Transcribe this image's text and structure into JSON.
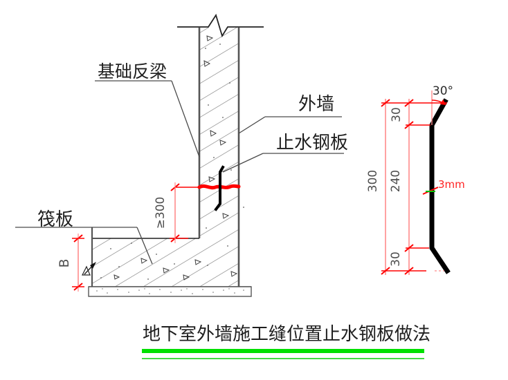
{
  "drawing": {
    "labels": {
      "foundation_beam": "基础反梁",
      "exterior_wall": "外墙",
      "waterstop_plate": "止水钢板",
      "raft_slab": "筏板"
    },
    "section_dimensions": {
      "joint_height_above_raft": "≥300",
      "raft_thickness": "B"
    },
    "plate_detail_dimensions": {
      "bend_angle": "30°",
      "top_leg": "30",
      "middle_segment": "240",
      "overall_height": "300",
      "bottom_leg": "30",
      "plate_thickness": "3mm"
    },
    "title": "地下室外墙施工缝位置止水钢板做法",
    "colors": {
      "dimension_red": "#ff0000",
      "dimension_line_light_red": "#ff8a8a",
      "steel_plate_black": "#000000",
      "title_underline_green": "#00e000",
      "structure_gray": "#4a4a4a"
    }
  }
}
